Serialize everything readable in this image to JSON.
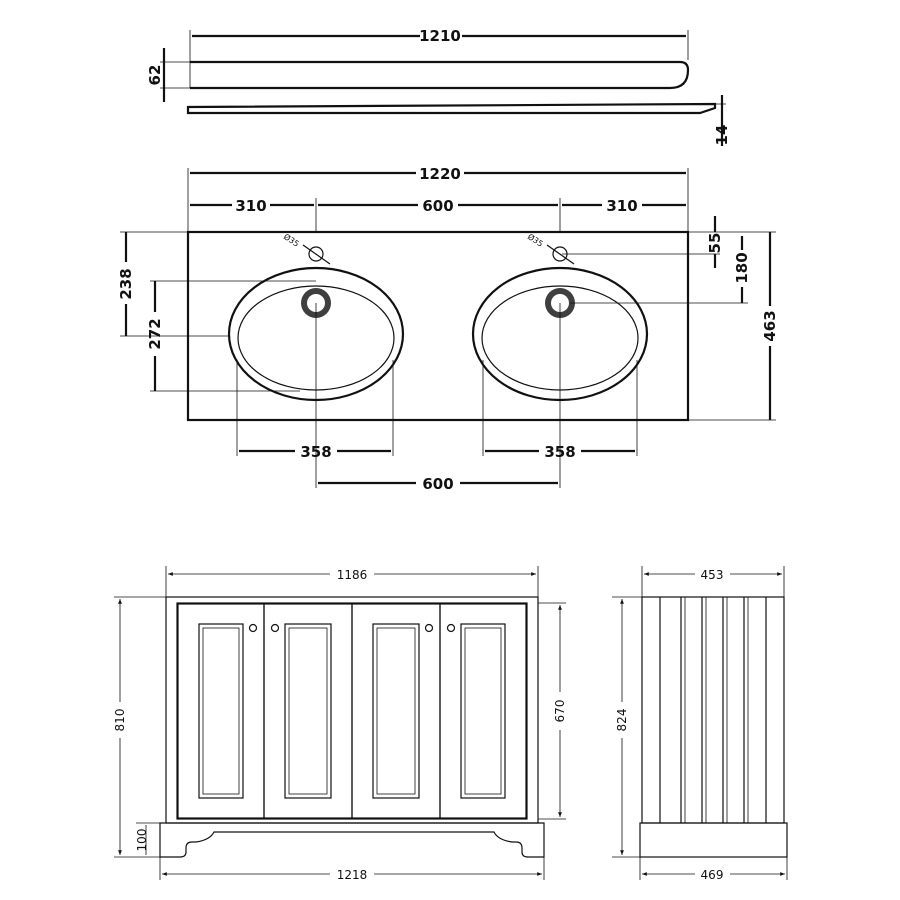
{
  "brand": {
    "line_color": "#111111",
    "top_fill": "#3f3f3f",
    "background": "#ffffff"
  },
  "worktop": {
    "width": "1210",
    "thickness": "62",
    "upstand_thickness": "14"
  },
  "basin_top": {
    "width": "1220",
    "tap_offset_left": "310",
    "tap_spacing": "600",
    "tap_offset_right": "310",
    "tap_hole_left": "Ø35",
    "tap_hole_right": "Ø35",
    "tap_hole_from_back": "55",
    "waste_from_back": "180",
    "depth": "463",
    "bowl_back_offset": "238",
    "bowl_depth": "272",
    "bowl_width_left": "358",
    "bowl_width_right": "358",
    "bowl_spacing": "600"
  },
  "front_view": {
    "width": "1186",
    "height": "810",
    "door_height": "670",
    "plinth_height": "100",
    "plinth_width": "1218"
  },
  "side_view": {
    "depth": "453",
    "height": "824",
    "plinth_depth": "469"
  }
}
